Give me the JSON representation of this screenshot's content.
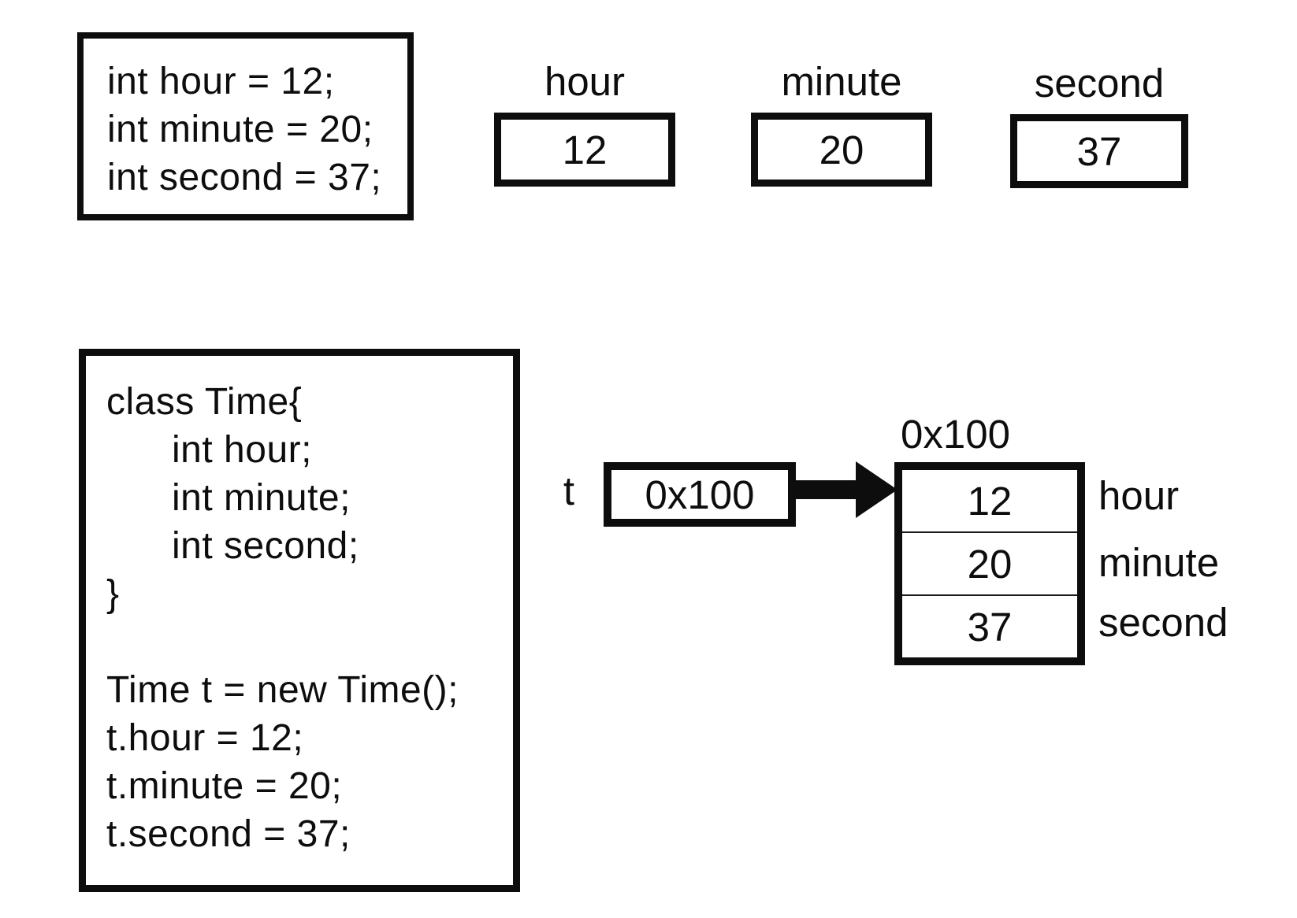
{
  "colors": {
    "ink": "#0d0d0d",
    "background": "#ffffff"
  },
  "primitive_section": {
    "code_box": {
      "lines": [
        "int hour = 12;",
        "int minute = 20;",
        "int second = 37;"
      ]
    },
    "variables": [
      {
        "label": "hour",
        "value": "12"
      },
      {
        "label": "minute",
        "value": "20"
      },
      {
        "label": "second",
        "value": "37"
      }
    ]
  },
  "object_section": {
    "code_box": {
      "lines": [
        "class Time{",
        "\tint hour;",
        "\tint minute;",
        "\tint second;",
        "}",
        "",
        "Time t = new Time();",
        "t.hour = 12;",
        "t.minute = 20;",
        "t.second = 37;"
      ]
    },
    "reference": {
      "name": "t",
      "value": "0x100"
    },
    "object": {
      "address": "0x100",
      "fields": [
        {
          "name": "hour",
          "value": "12"
        },
        {
          "name": "minute",
          "value": "20"
        },
        {
          "name": "second",
          "value": "37"
        }
      ]
    }
  }
}
